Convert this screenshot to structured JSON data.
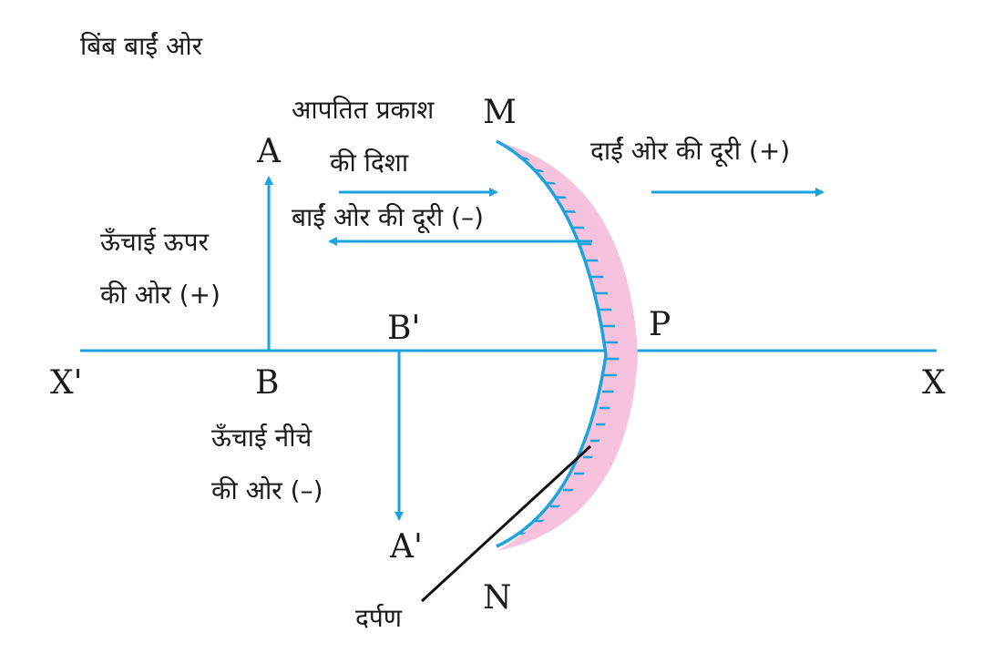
{
  "header": {
    "object_side": "बिंब बाईं ओर"
  },
  "incident_light": {
    "line1": "आपतित प्रकाश",
    "line2": "की दिशा"
  },
  "distances": {
    "right": "दाईं ओर की दूरी (+)",
    "left": "बाईं ओर की दूरी (–)"
  },
  "heights": {
    "up_line1": "ऊँचाई ऊपर",
    "up_line2": "की ओर (+)",
    "down_line1": "ऊँचाई नीचे",
    "down_line2": "की ओर (–)"
  },
  "points": {
    "A": "A",
    "B": "B",
    "A_prime": "A'",
    "B_prime": "B'",
    "M": "M",
    "N": "N",
    "P": "P",
    "X": "X",
    "X_prime": "X'"
  },
  "mirror_label": "दर्पण",
  "colors": {
    "axis": "#1aa3dc",
    "mirror_fill": "#f6c2dd",
    "text": "#1a1a1a"
  }
}
